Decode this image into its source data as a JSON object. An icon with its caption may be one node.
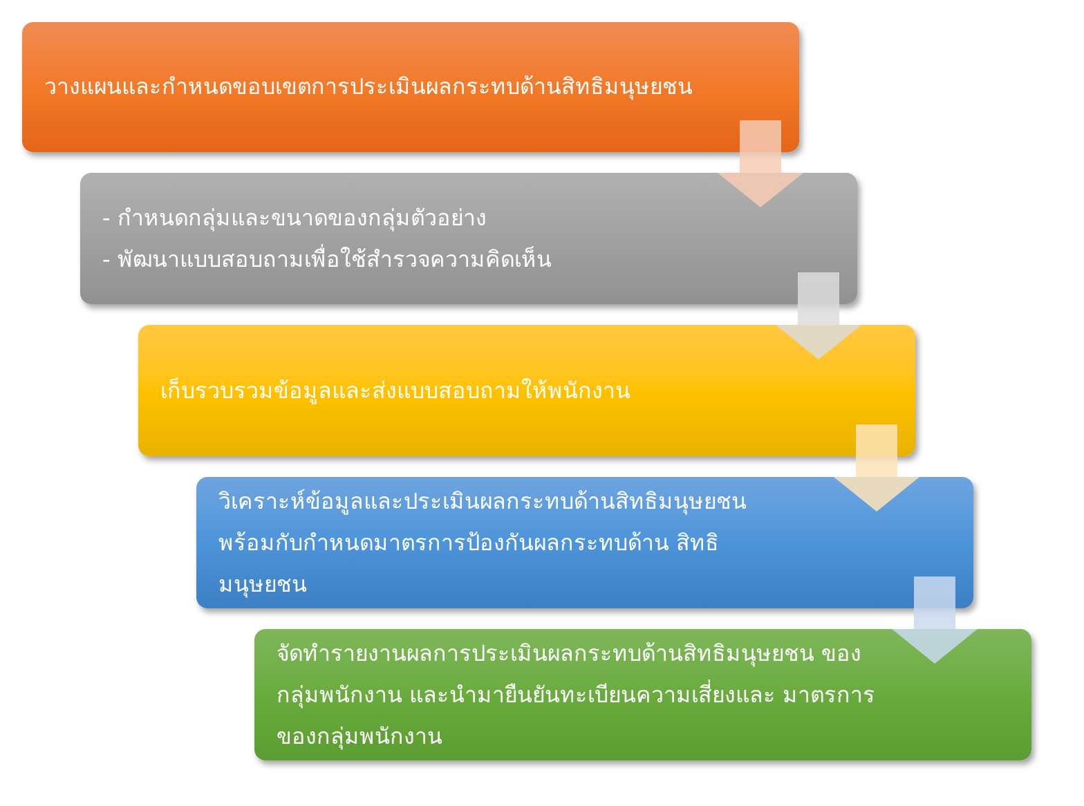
{
  "diagram": {
    "nodes": [
      {
        "text": [
          "วางแผนและกำหนดขอบเขตการประเมินผลกระทบด้านสิทธิมนุษยชน"
        ]
      },
      {
        "text": [
          "- กำหนดกลุ่มและขนาดของกลุ่มตัวอย่าง",
          "- พัฒนาแบบสอบถามเพื่อใช้สำรวจความคิดเห็น"
        ]
      },
      {
        "text": [
          "เก็บรวบรวมข้อมูลและส่งแบบสอบถามให้พนักงาน"
        ]
      },
      {
        "text": [
          "วิเคราะห์ข้อมูลและประเมินผลกระทบด้านสิทธิมนุษยชน พร้อมกับกำหนดมาตรการป้องกันผลกระทบด้าน สิทธิมนุษยชน"
        ]
      },
      {
        "text": [
          "จัดทำรายงานผลการประเมินผลกระทบด้านสิทธิมนุษยชน ของกลุ่มพนักงาน และนำมายืนยันทะเบียนความเสี่ยงและ มาตรการของกลุ่มพนักงาน"
        ]
      }
    ],
    "edges": [
      {
        "from": 0,
        "to": 1,
        "arrow": "to",
        "color": "#f6cbb5"
      },
      {
        "from": 1,
        "to": 2,
        "arrow": "to",
        "color": "#dcdcdc"
      },
      {
        "from": 2,
        "to": 3,
        "arrow": "to",
        "color": "#fde3b8"
      },
      {
        "from": 3,
        "to": 4,
        "arrow": "to",
        "color": "#c9d9ee"
      }
    ]
  }
}
